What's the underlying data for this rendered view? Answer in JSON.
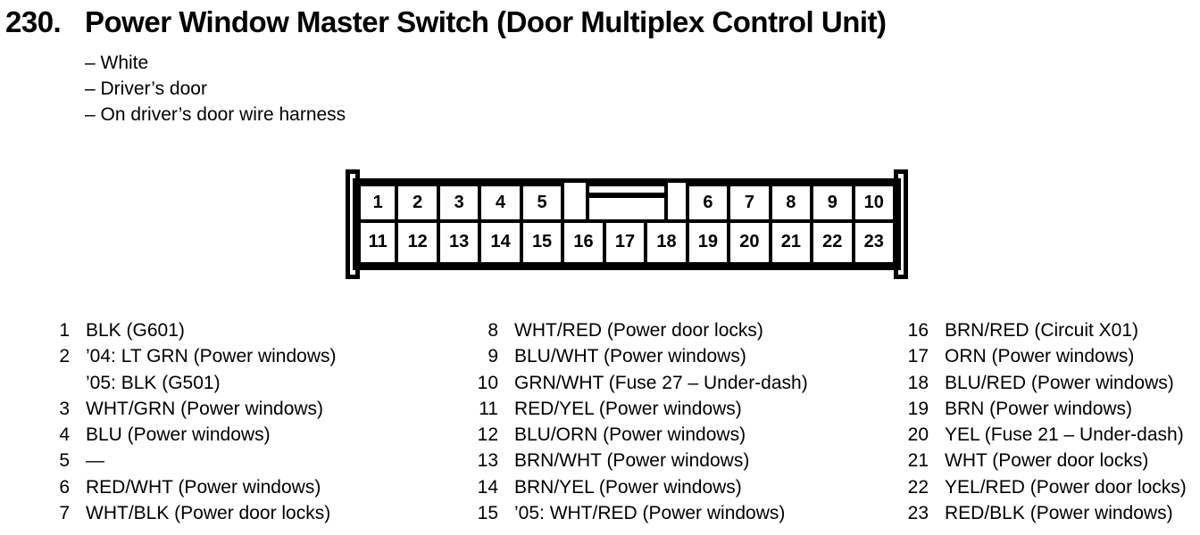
{
  "page": {
    "background": "#ffffff",
    "ink": "#000000"
  },
  "header": {
    "section_number": "230.",
    "title": "Power Window Master Switch (Door Multiplex Control Unit)"
  },
  "notes": [
    "– White",
    "– Driver’s door",
    "– On driver’s door wire harness"
  ],
  "connector": {
    "top_left": [
      "1",
      "2",
      "3",
      "4",
      "5"
    ],
    "top_right": [
      "6",
      "7",
      "8",
      "9",
      "10"
    ],
    "bottom": [
      "11",
      "12",
      "13",
      "14",
      "15",
      "16",
      "17",
      "18",
      "19",
      "20",
      "21",
      "22",
      "23"
    ]
  },
  "pins": {
    "column1": [
      {
        "num": "1",
        "desc": "BLK (G601)"
      },
      {
        "num": "2",
        "desc": "’04: LT GRN (Power windows)",
        "desc2": "’05: BLK (G501)"
      },
      {
        "num": "3",
        "desc": "WHT/GRN (Power windows)"
      },
      {
        "num": "4",
        "desc": "BLU (Power windows)"
      },
      {
        "num": "5",
        "desc": "—"
      },
      {
        "num": "6",
        "desc": "RED/WHT (Power windows)"
      },
      {
        "num": "7",
        "desc": "WHT/BLK (Power door locks)"
      }
    ],
    "column2": [
      {
        "num": "8",
        "desc": "WHT/RED (Power door locks)"
      },
      {
        "num": "9",
        "desc": "BLU/WHT (Power windows)"
      },
      {
        "num": "10",
        "desc": "GRN/WHT (Fuse 27 – Under-dash)"
      },
      {
        "num": "11",
        "desc": "RED/YEL (Power windows)"
      },
      {
        "num": "12",
        "desc": "BLU/ORN (Power windows)"
      },
      {
        "num": "13",
        "desc": "BRN/WHT (Power windows)"
      },
      {
        "num": "14",
        "desc": "BRN/YEL (Power windows)"
      },
      {
        "num": "15",
        "desc": "’05: WHT/RED (Power windows)"
      }
    ],
    "column3": [
      {
        "num": "16",
        "desc": "BRN/RED (Circuit X01)"
      },
      {
        "num": "17",
        "desc": "ORN (Power windows)"
      },
      {
        "num": "18",
        "desc": "BLU/RED (Power windows)"
      },
      {
        "num": "19",
        "desc": "BRN (Power windows)"
      },
      {
        "num": "20",
        "desc": "YEL (Fuse 21 – Under-dash)"
      },
      {
        "num": "21",
        "desc": "WHT (Power door locks)"
      },
      {
        "num": "22",
        "desc": "YEL/RED (Power door locks)"
      },
      {
        "num": "23",
        "desc": "RED/BLK (Power windows)"
      }
    ]
  }
}
